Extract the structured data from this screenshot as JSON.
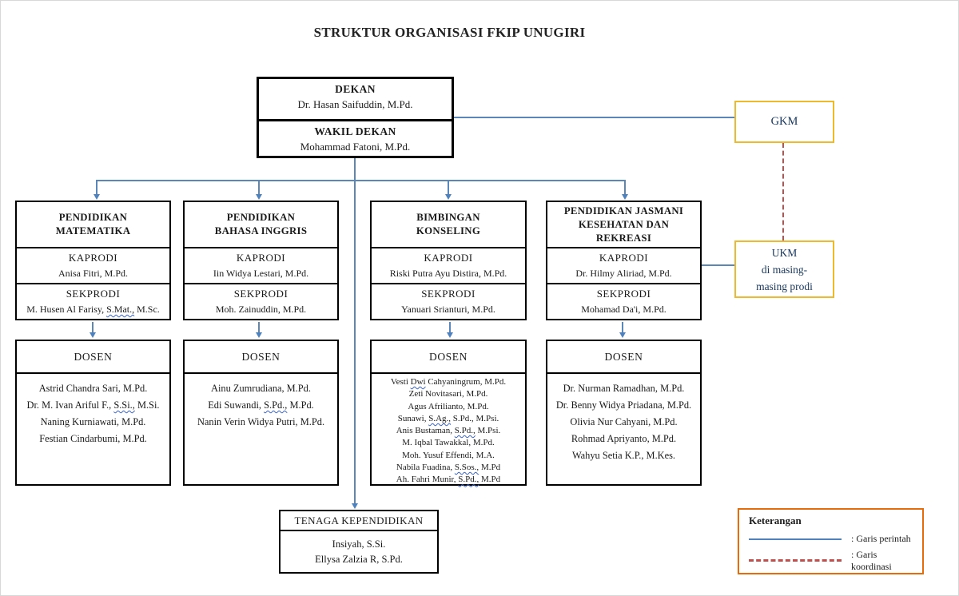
{
  "title": "STRUKTUR ORGANISASI FKIP UNUGIRI",
  "dekan": {
    "sections": [
      {
        "role": "DEKAN",
        "name": "Dr. Hasan Saifuddin, M.Pd."
      },
      {
        "role": "WAKIL DEKAN",
        "name": "Mohammad Fatoni, M.Pd."
      }
    ]
  },
  "gkm": {
    "label": "GKM"
  },
  "ukm": {
    "lines": [
      "UKM",
      "di masing-",
      "masing prodi"
    ]
  },
  "labels": {
    "kaprodi": "KAPRODI",
    "sekprodi": "SEKPRODI",
    "dosen": "DOSEN"
  },
  "programs": [
    {
      "header": [
        "PENDIDIKAN",
        "MATEMATIKA"
      ],
      "kaprodi": "Anisa Fitri, M.Pd.",
      "sekprodi": [
        "M. Husen Al Farisy, ",
        {
          "u": "S.Mat.,"
        },
        " M.Sc."
      ],
      "dosen": [
        "Astrid Chandra Sari, M.Pd.",
        [
          "Dr. M. Ivan Ariful F., ",
          {
            "u": "S.Si.,"
          },
          " M.Si."
        ],
        "Naning Kurniawati, M.Pd.",
        "Festian Cindarbumi, M.Pd."
      ]
    },
    {
      "header": [
        "PENDIDIKAN",
        "BAHASA INGGRIS"
      ],
      "kaprodi": "Iin Widya Lestari, M.Pd.",
      "sekprodi": "Moh. Zainuddin, M.Pd.",
      "dosen": [
        "Ainu Zumrudiana, M.Pd.",
        [
          "Edi Suwandi, ",
          {
            "u": "S.Pd.,"
          },
          " M.Pd."
        ],
        "Nanin Verin Widya Putri, M.Pd."
      ]
    },
    {
      "header": [
        "BIMBINGAN",
        "KONSELING"
      ],
      "kaprodi": "Riski Putra Ayu Distira, M.Pd.",
      "sekprodi": "Yanuari Srianturi, M.Pd.",
      "dosen": [
        [
          "Vesti ",
          {
            "u": "Dwi"
          },
          " Cahyaningrum, M.Pd."
        ],
        "Zeti Novitasari, M.Pd.",
        "Agus Afrilianto, M.Pd.",
        [
          "Sunawi, ",
          {
            "u": "S.Ag.,"
          },
          " S.Pd., M.Psi."
        ],
        [
          "Anis Bustaman, ",
          {
            "u": "S.Pd.,"
          },
          " M.Psi."
        ],
        "M. Iqbal Tawakkal, M.Pd.",
        "Moh. Yusuf Effendi, M.A.",
        [
          "Nabila Fuadina, ",
          {
            "u": "S.Sos.,"
          },
          " M.Pd"
        ],
        [
          "Ah. Fahri Munir, ",
          {
            "u": "S.Pd.,"
          },
          " M.Pd"
        ]
      ]
    },
    {
      "header": [
        "PENDIDIKAN JASMANI",
        "KESEHATAN DAN",
        "REKREASI"
      ],
      "kaprodi": "Dr. Hilmy Aliriad, M.Pd.",
      "sekprodi": "Mohamad Da'i, M.Pd.",
      "dosen": [
        "Dr. Nurman Ramadhan, M.Pd.",
        "Dr. Benny Widya Priadana, M.Pd.",
        "Olivia Nur Cahyani, M.Pd.",
        "Rohmad Apriyanto, M.Pd.",
        "Wahyu Setia K.P., M.Kes."
      ]
    }
  ],
  "tenaga": {
    "header": "TENAGA KEPENDIDIKAN",
    "names": [
      "Insiyah, S.Si.",
      "Ellysa Zalzia R, S.Pd."
    ]
  },
  "legend": {
    "title": "Keterangan",
    "items": [
      {
        "style": "solid-blue",
        "label": ": Garis perintah"
      },
      {
        "style": "dashed-red",
        "label": ": Garis koordinasi"
      }
    ]
  },
  "colors": {
    "command_line": "#4f81bd",
    "coordination_line": "#c0504d",
    "gkm_ukm_border": "#edb92f",
    "gkm_ukm_text": "#17365d",
    "legend_border": "#e46c0a",
    "box_border": "#000000",
    "spellcheck_underline": "#3a63c4"
  }
}
